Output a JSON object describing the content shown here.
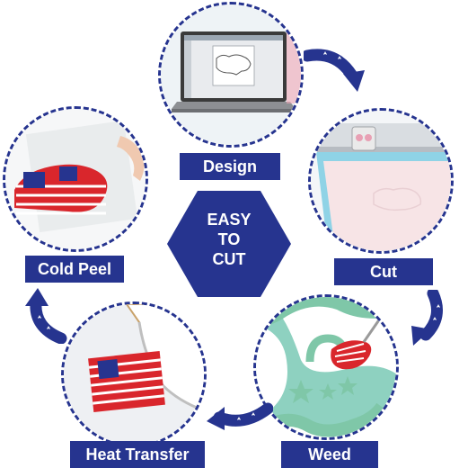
{
  "center": {
    "line1": "EASY",
    "line2": "TO",
    "line3": "CUT"
  },
  "steps": {
    "design": "Design",
    "cut": "Cut",
    "weed": "Weed",
    "heat_transfer": "Heat Transfer",
    "cold_peel": "Cold Peel"
  },
  "colors": {
    "accent": "#26348f",
    "weed_green": "#7fc7a8",
    "mat_blue": "#8fd3e6",
    "flag_red": "#d9262c"
  }
}
